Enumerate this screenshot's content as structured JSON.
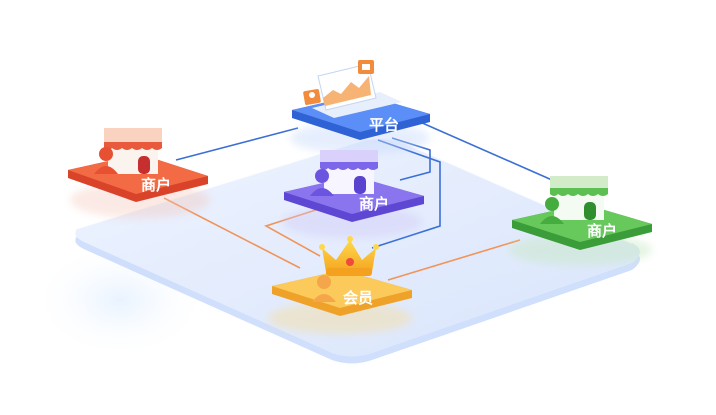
{
  "diagram": {
    "nodes": [
      {
        "id": "platform",
        "label": "平台",
        "color": "#4f86f5",
        "top_color": "#6f9df8",
        "icon": "laptop-chart-icon"
      },
      {
        "id": "merchant-left",
        "label": "商户",
        "color": "#ef5a38",
        "top_color": "#f6764f",
        "icon": "storefront-icon"
      },
      {
        "id": "merchant-center",
        "label": "商户",
        "color": "#7b64e8",
        "top_color": "#9783f0",
        "icon": "storefront-icon"
      },
      {
        "id": "merchant-right",
        "label": "商户",
        "color": "#4eb84b",
        "top_color": "#6fcb63",
        "icon": "storefront-icon"
      },
      {
        "id": "member",
        "label": "会员",
        "color": "#f7b93a",
        "top_color": "#fdd36a",
        "icon": "crown-icon"
      }
    ],
    "edges": [
      {
        "from": "platform",
        "to": "merchant-left",
        "color": "#3a6fd6"
      },
      {
        "from": "platform",
        "to": "merchant-center",
        "color": "#3a6fd6"
      },
      {
        "from": "platform",
        "to": "merchant-right",
        "color": "#3a6fd6"
      },
      {
        "from": "platform",
        "to": "member",
        "color": "#3a6fd6"
      },
      {
        "from": "member",
        "to": "merchant-left",
        "color": "#f0945a"
      },
      {
        "from": "member",
        "to": "merchant-center",
        "color": "#f0945a"
      },
      {
        "from": "member",
        "to": "merchant-right",
        "color": "#f0945a"
      }
    ],
    "colors": {
      "base_platform": "#dbe7fd",
      "base_platform_edge": "#9ebcf5",
      "glow": "#eaf4ff"
    }
  }
}
